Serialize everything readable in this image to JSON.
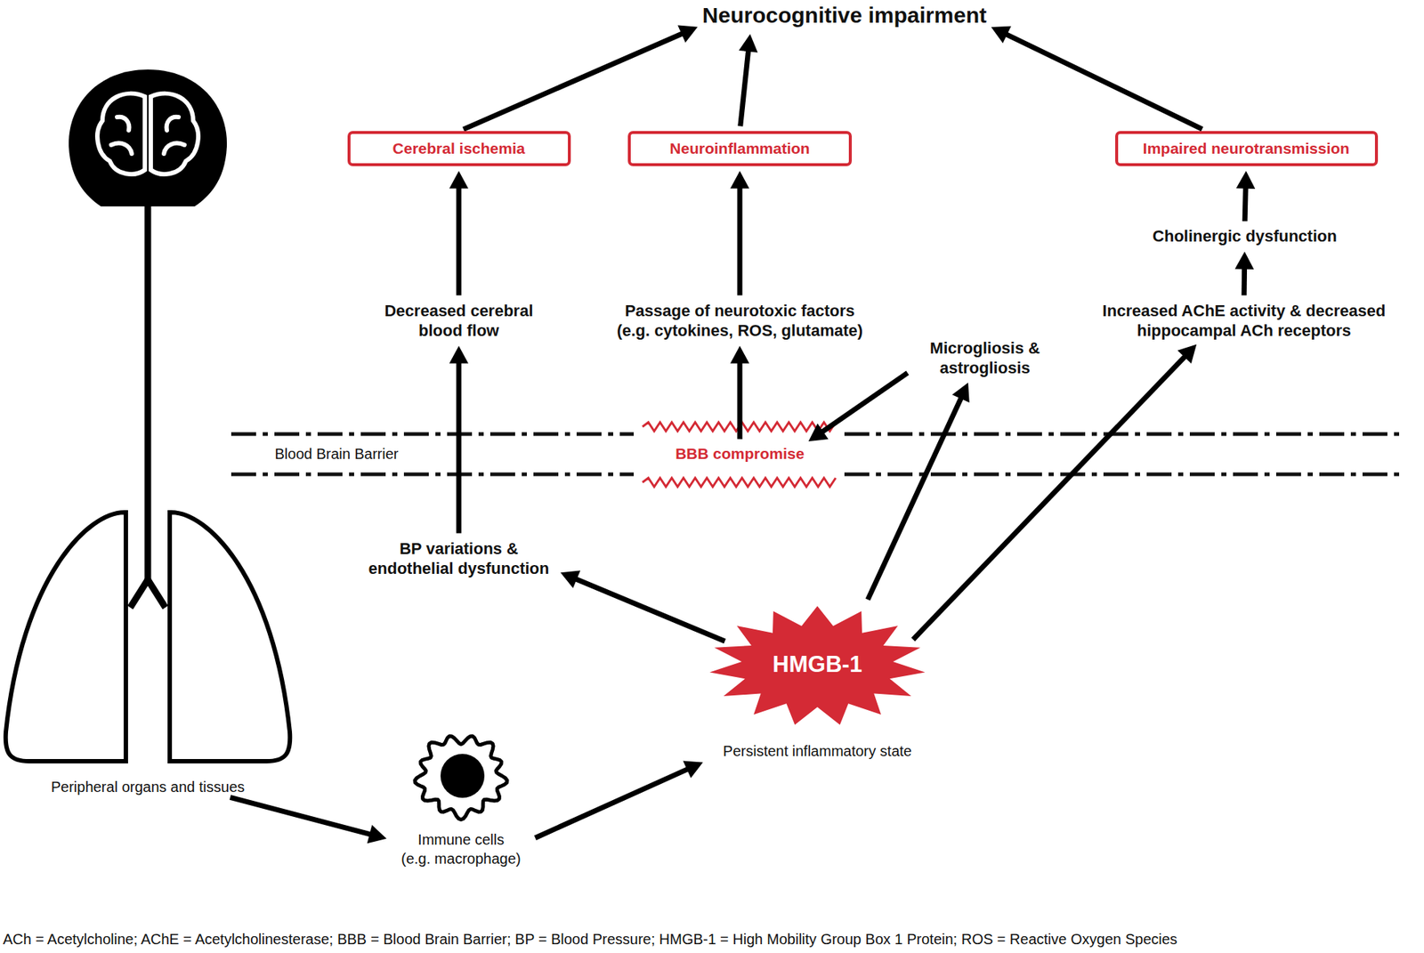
{
  "diagram": {
    "nodes": [
      {
        "text": [
          "Neurocognitive impairment"
        ]
      },
      {
        "text": [
          "Cerebral ischemia"
        ]
      },
      {
        "text": [
          "Neuroinflammation"
        ]
      },
      {
        "text": [
          "Impaired neurotransmission"
        ]
      },
      {
        "text": [
          "Cholinergic dysfunction"
        ]
      },
      {
        "text": [
          "Decreased cerebral blood flow"
        ]
      },
      {
        "text": [
          "Passage of neurotoxic factors (e.g. cytokines, ROS, glutamate)"
        ]
      },
      {
        "text": [
          "Increased AChE activity & decreased hippocampal ACh receptors"
        ]
      },
      {
        "text": [
          "Microgliosis & astrogliosis"
        ]
      },
      {
        "text": [
          "BBB compromise"
        ]
      },
      {
        "text": [
          "BP variations & endothelial dysfunction"
        ]
      },
      {
        "text": [
          "HMGB-1",
          "Persistent inflammatory state"
        ]
      },
      {
        "text": [
          "Peripheral organs and tissues"
        ]
      },
      {
        "text": [
          "Immune cells (e.g. macrophage)"
        ]
      }
    ],
    "edges": [
      {
        "from": 1,
        "to": 0,
        "arrow": "to"
      },
      {
        "from": 2,
        "to": 0,
        "arrow": "to"
      },
      {
        "from": 3,
        "to": 0,
        "arrow": "to"
      },
      {
        "from": 4,
        "to": 3,
        "arrow": "to"
      },
      {
        "from": 7,
        "to": 4,
        "arrow": "to"
      },
      {
        "from": 5,
        "to": 1,
        "arrow": "to"
      },
      {
        "from": 6,
        "to": 2,
        "arrow": "to"
      },
      {
        "from": 9,
        "to": 6,
        "arrow": "to"
      },
      {
        "from": 8,
        "to": 9,
        "arrow": "to"
      },
      {
        "from": 10,
        "to": 5,
        "arrow": "to"
      },
      {
        "from": 11,
        "to": 10,
        "arrow": "to"
      },
      {
        "from": 11,
        "to": 8,
        "arrow": "to"
      },
      {
        "from": 11,
        "to": 7,
        "arrow": "to"
      },
      {
        "from": 12,
        "to": 13,
        "arrow": "to"
      },
      {
        "from": 13,
        "to": 11,
        "arrow": "to"
      }
    ],
    "labels": [
      "Blood Brain Barrier",
      "ACh = Acetylcholine; AChE = Acetylcholinesterase; BBB = Blood Brain Barrier; BP = Blood Pressure; HMGB-1 = High Mobility Group Box 1 Protein; ROS = Reactive Oxygen Species"
    ]
  }
}
